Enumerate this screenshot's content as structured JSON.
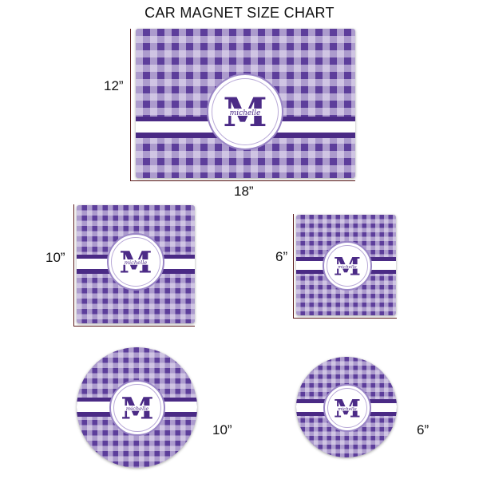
{
  "title": "CAR MAGNET SIZE CHART",
  "colors": {
    "gingham_base": "#5d3e9b",
    "gingham_light": "#ece7f6",
    "band": "#4a2a85",
    "monogram": "#4b2a86",
    "ruler": "#5a1a1a"
  },
  "monogram": {
    "letter": "M",
    "name": "michelle"
  },
  "magnets": [
    {
      "id": "rect-18x12",
      "shape": "rectangle",
      "height_label": "12”",
      "width_label": "18”"
    },
    {
      "id": "square-10",
      "shape": "square",
      "size_label": "10”"
    },
    {
      "id": "square-6",
      "shape": "square",
      "size_label": "6”"
    },
    {
      "id": "circle-10",
      "shape": "circle",
      "size_label": "10”"
    },
    {
      "id": "circle-6",
      "shape": "circle",
      "size_label": "6”"
    }
  ]
}
